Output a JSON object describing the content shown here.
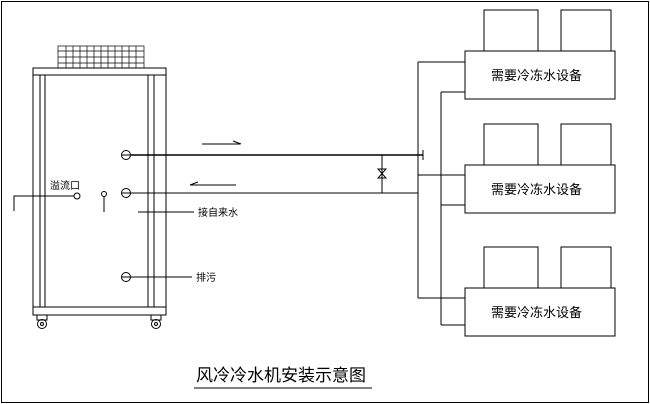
{
  "diagram": {
    "title": "风冷冷水机安装示意图",
    "labels": {
      "overflow": "溢流口",
      "water_inlet": "接自来水",
      "drain": "排污"
    },
    "equipment": [
      {
        "label": "需要冷冻水设备"
      },
      {
        "label": "需要冷冻水设备"
      },
      {
        "label": "需要冷冻水设备"
      }
    ]
  }
}
